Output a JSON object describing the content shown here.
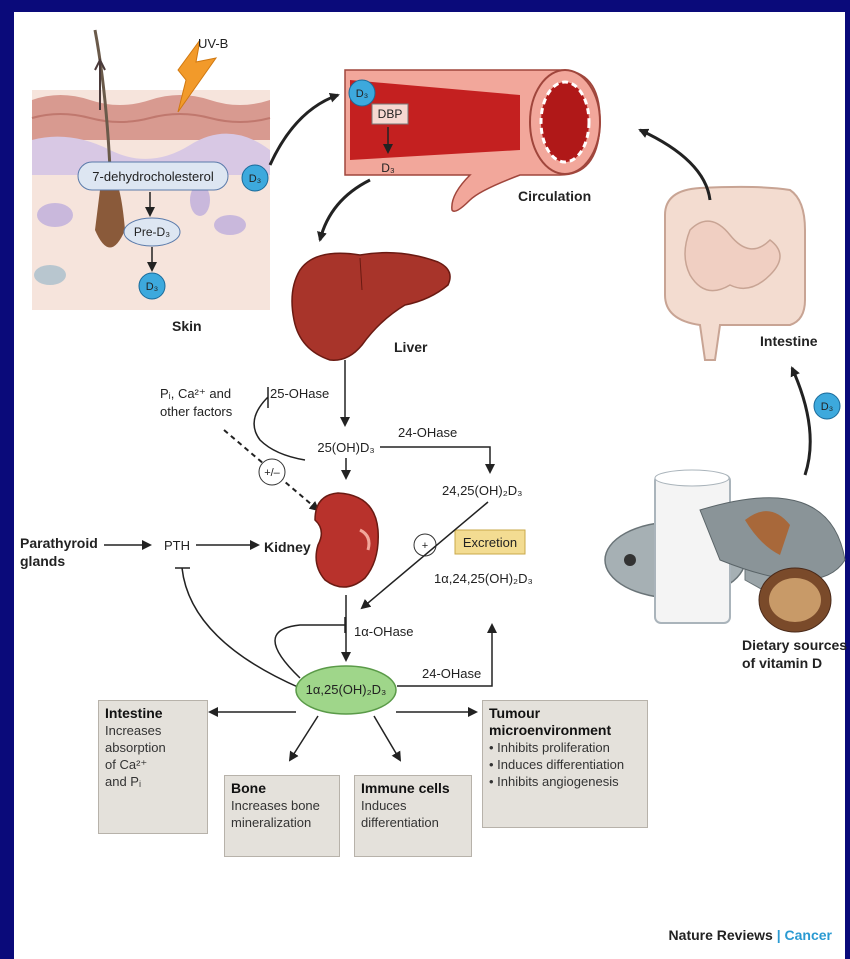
{
  "labels": {
    "uvb": "UV-B",
    "dehydro": "7-dehydrocholesterol",
    "pre_d3": "Pre-D₃",
    "d3": "D₃",
    "skin": "Skin",
    "dbp": "DBP",
    "circulation": "Circulation",
    "liver": "Liver",
    "intestine": "Intestine",
    "dietary_line1": "Dietary sources",
    "dietary_line2": "of vitamin D",
    "factors_line1": "Pᵢ, Ca²⁺ and",
    "factors_line2": "other factors",
    "plus_minus": "+/–",
    "ohase25": "25-OHase",
    "oh25d3": "25(OH)D₃",
    "ohase24_top": "24-OHase",
    "oh2425": "24,25(OH)₂D₃",
    "excretion": "Excretion",
    "oh1a2425": "1α,24,25(OH)₂D₃",
    "plus": "+",
    "parathyroid_line1": "Parathyroid",
    "parathyroid_line2": "glands",
    "pth": "PTH",
    "kidney": "Kidney",
    "ohase1a": "1α-OHase",
    "calcitriol": "1α,25(OH)₂D₃",
    "ohase24_bottom": "24-OHase"
  },
  "boxes": {
    "intestine": {
      "title": "Intestine",
      "lines": [
        "Increases",
        "absorption",
        "of Ca²⁺",
        "and Pᵢ"
      ]
    },
    "bone": {
      "title": "Bone",
      "lines": [
        "Increases bone",
        "mineralization"
      ]
    },
    "immune": {
      "title": "Immune cells",
      "lines": [
        "Induces",
        "differentiation"
      ]
    },
    "tumour": {
      "title_line1": "Tumour",
      "title_line2": "microenvironment",
      "lines": [
        "• Inhibits proliferation",
        "• Induces differentiation",
        "• Inhibits angiogenesis"
      ]
    }
  },
  "credit": {
    "journal": "Nature Reviews",
    "separator": "|",
    "section": "Cancer"
  },
  "colors": {
    "frame": "#0a0a7a",
    "vessel": "#e0524a",
    "liver": "#a8342a",
    "kidney": "#b8322c",
    "calcitriol": "#9fd68a",
    "d3_circle": "#3da9dd",
    "box": "#e4e1db",
    "excretion": "#f3dc92"
  }
}
